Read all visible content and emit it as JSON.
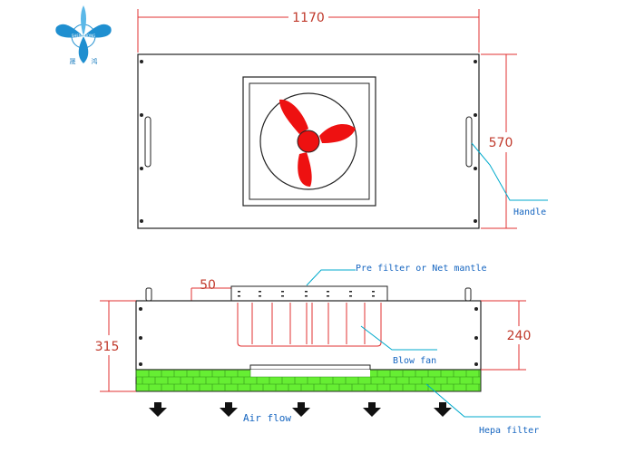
{
  "logo": {
    "brand": "SHENGHONG",
    "chinese_left": "晟",
    "chinese_right": "鸿",
    "color": "#1f8fd0"
  },
  "top_view": {
    "width_label": "1170",
    "height_label": "570",
    "fan_blade_color": "#ee1111",
    "handle_label": "Handle"
  },
  "side_view": {
    "prefilter_label": "Pre filter or Net mantle",
    "offset_label": "50",
    "total_height_label": "315",
    "box_height_label": "240",
    "fan_label": "Blow fan",
    "filter_label": "Hepa filter",
    "airflow_label": "Air flow",
    "hepa_color": "#66ee33",
    "airflow_arrow_count": 5
  },
  "colors": {
    "dimension_line": "#e03030",
    "callout_line": "#00aacc",
    "callout_text": "#1565c0",
    "outline": "#222222"
  }
}
